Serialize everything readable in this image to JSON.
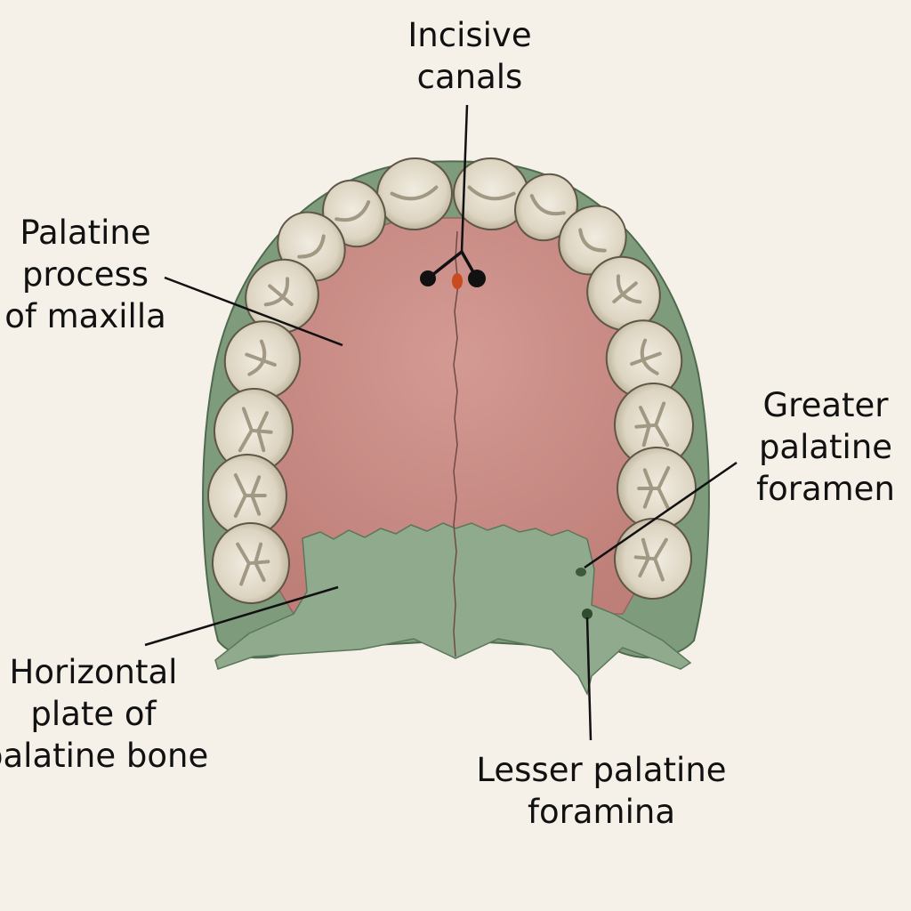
{
  "labels": {
    "incisive_canals": [
      "Incisive",
      "canals"
    ],
    "palatine_process": [
      "Palatine",
      "process",
      "of maxilla"
    ],
    "greater_palatine": [
      "Greater",
      "palatine",
      "foramen"
    ],
    "horizontal_plate": [
      "Horizontal",
      "plate of",
      "palatine bone"
    ],
    "lesser_palatine": [
      "Lesser palatine",
      "foramina"
    ]
  },
  "colors": {
    "background": "#f5f0e8",
    "palate": "#cc8d88",
    "palatine_bone": "#8faa8c",
    "gum_edge": "#7e9c7c",
    "tooth": "#e6e0d2",
    "tooth_shadow": "#a59a84",
    "leader_line": "#111111",
    "incisive_foramen": "#c84a1e"
  }
}
